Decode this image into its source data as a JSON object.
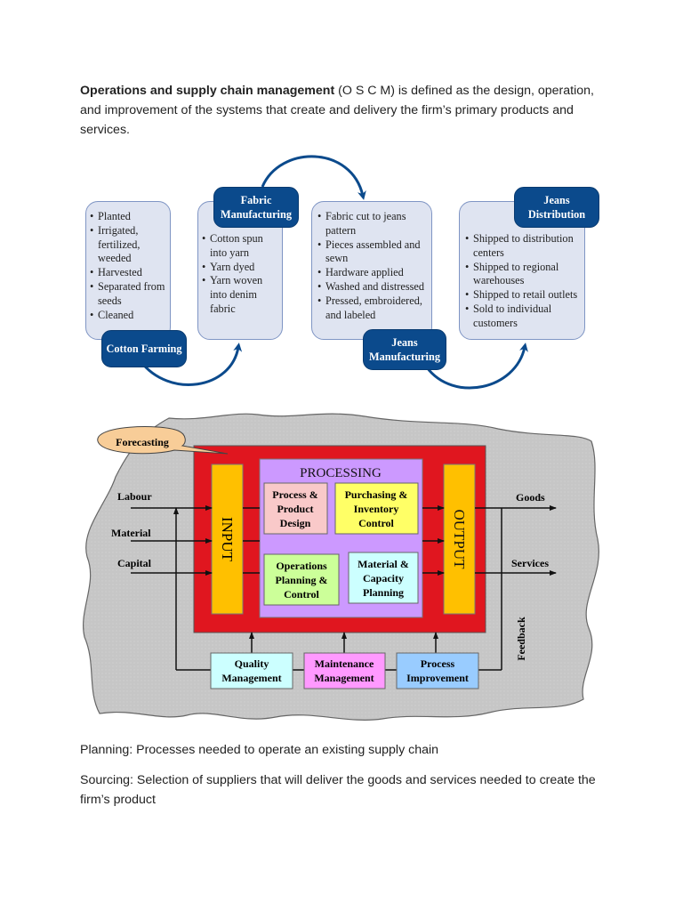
{
  "intro": {
    "bold_term": "Operations and supply chain management",
    "rest": " (O S C M) is defined as the design, operation, and improvement of the systems that create and delivery the firm’s primary products and services."
  },
  "supply_chain_figure": {
    "stages": [
      {
        "label": "Cotton Farming",
        "items": [
          "Planted",
          "Irrigated, fertilized, weeded",
          "Harvested",
          "Separated from seeds",
          "Cleaned"
        ]
      },
      {
        "label": "Fabric Manufacturing",
        "items": [
          "Cotton spun into yarn",
          "Yarn dyed",
          "Yarn woven into denim fabric"
        ]
      },
      {
        "label": "Jeans Manufacturing",
        "items": [
          "Fabric cut to jeans pattern",
          "Pieces assembled and sewn",
          "Hardware applied",
          "Washed and distressed",
          "Pressed, embroidered, and labeled"
        ]
      },
      {
        "label": "Jeans Distribution",
        "items": [
          "Shipped to distribution centers",
          "Shipped to regional warehouses",
          "Shipped to retail outlets",
          "Sold to individual customers"
        ]
      }
    ],
    "colors": {
      "label_bg": "#0b4a8c",
      "box_bg": "#dfe4f1",
      "box_border": "#7f95c4",
      "arrow": "#0b4a8c"
    }
  },
  "operations_figure": {
    "forecasting": "Forecasting",
    "inputs": [
      "Labour",
      "Material",
      "Capital"
    ],
    "input_block": "INPUT",
    "processing_title": "PROCESSING",
    "processing_boxes": [
      {
        "label": "Process & Product Design",
        "color": "#f9c9c9"
      },
      {
        "label": "Purchasing & Inventory Control",
        "color": "#ffff66"
      },
      {
        "label": "Operations Planning & Control",
        "color": "#ccff99"
      },
      {
        "label": "Material & Capacity Planning",
        "color": "#ccffff"
      }
    ],
    "output_block": "OUTPUT",
    "outputs": [
      "Goods",
      "Services"
    ],
    "feedback": "Feedback",
    "support_boxes": [
      {
        "label": "Quality Management",
        "color": "#ccffff"
      },
      {
        "label": "Maintenance Management",
        "color": "#ff99ff"
      },
      {
        "label": "Process Improvement",
        "color": "#99ccff"
      }
    ],
    "colors": {
      "frame": "#e0161f",
      "processing_bg": "#cc99ff",
      "io_block": "#ffc000",
      "cloud": "#c8c8c8",
      "callout": "#f8cd98"
    }
  },
  "definitions": [
    {
      "text": "Planning: Processes needed to operate an existing supply chain"
    },
    {
      "text": "Sourcing: Selection of suppliers that will deliver the goods and services needed to create the firm’s product"
    }
  ]
}
